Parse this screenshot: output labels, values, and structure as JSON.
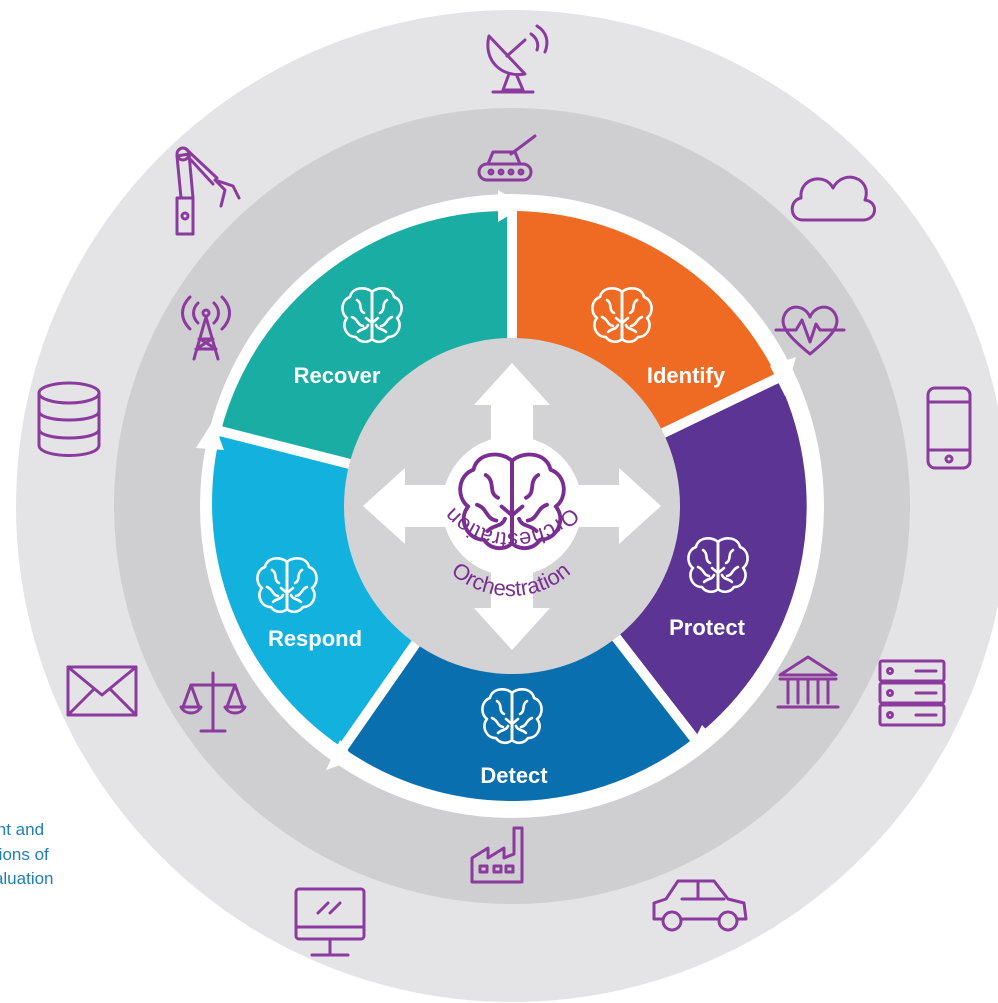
{
  "segments": {
    "identify": {
      "label": "Identify",
      "color": "#ef6b24"
    },
    "protect": {
      "label": "Protect",
      "color": "#5b3494"
    },
    "detect": {
      "label": "Detect",
      "color": "#0a6fae"
    },
    "respond": {
      "label": "Respond",
      "color": "#13b1de"
    },
    "recover": {
      "label": "Recover",
      "color": "#19ada3"
    }
  },
  "center": {
    "label": "Orchestration",
    "label_inverted": "Orchestration",
    "color": "#7a2e91"
  },
  "caption": {
    "lines": [
      "rrent and",
      "nctions of",
      "evaluation",
      "."
    ],
    "color": "#1f7fb6"
  },
  "icon_color": "#8b3a9e",
  "ring_colors": {
    "outer": "#e4e4e6",
    "inner": "#cfcfd2",
    "core": "#d3d3d6"
  },
  "inner_ring_icons": [
    "tank-icon",
    "heartbeat-icon",
    "bank-icon",
    "factory-icon",
    "scales-icon",
    "cell-tower-icon"
  ],
  "outer_ring_icons": [
    "satellite-dish-icon",
    "cloud-icon",
    "smartphone-icon",
    "server-rack-icon",
    "car-icon",
    "monitor-icon",
    "envelope-icon",
    "database-icon",
    "robot-arm-icon"
  ]
}
